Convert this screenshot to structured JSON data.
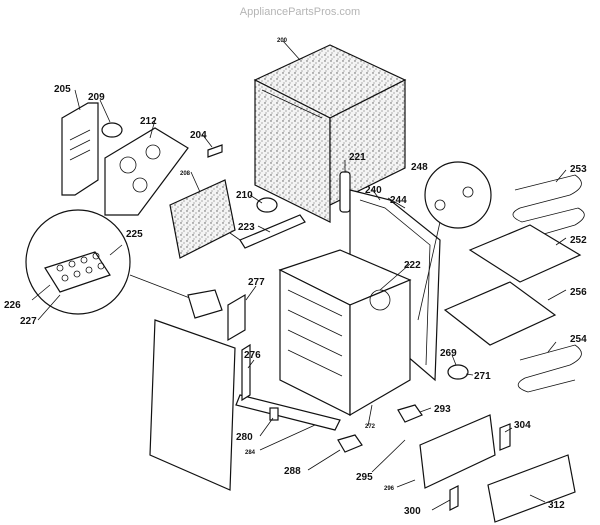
{
  "watermark": "AppliancePartsPros.com",
  "labels": {
    "p200": "200",
    "p204": "204",
    "p205": "205",
    "p208": "208",
    "p209": "209",
    "p210": "210",
    "p212": "212",
    "p221": "221",
    "p222": "222",
    "p223": "223",
    "p225": "225",
    "p226": "226",
    "p227": "227",
    "p240": "240",
    "p244": "244",
    "p248": "248",
    "p252": "252",
    "p253": "253",
    "p254": "254",
    "p256": "256",
    "p269": "269",
    "p271": "271",
    "p272": "272",
    "p276": "276",
    "p277": "277",
    "p280": "280",
    "p284": "284",
    "p288": "288",
    "p293": "293",
    "p295": "295",
    "p296": "296",
    "p300": "300",
    "p304": "304",
    "p312": "312"
  }
}
